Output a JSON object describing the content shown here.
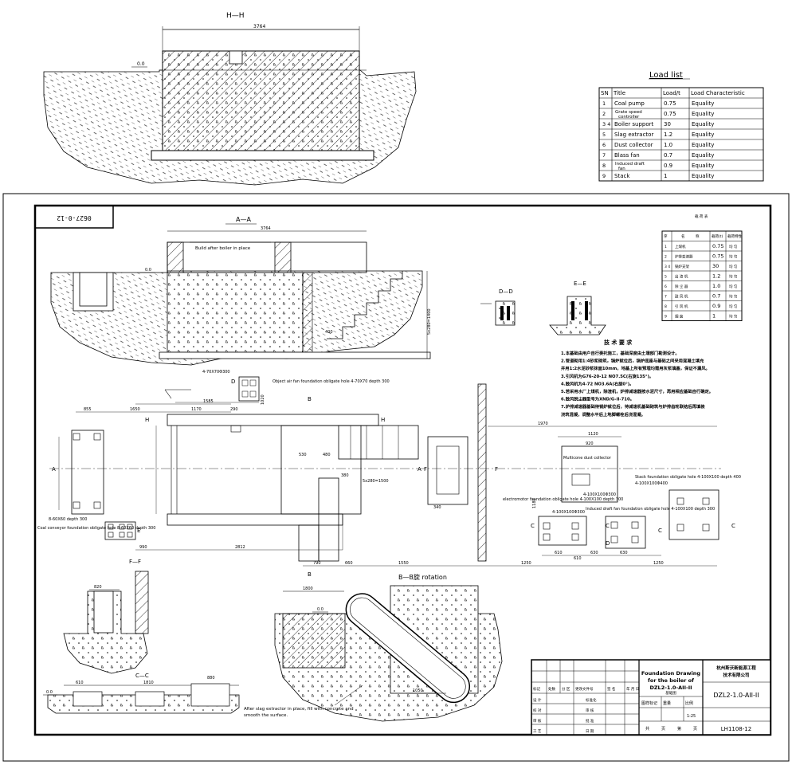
{
  "top_section": {
    "title": "H—H",
    "dim_width": "3764",
    "level": "0.0"
  },
  "load_list": {
    "title": "Load list",
    "headers": [
      "SN",
      "Title",
      "Load/t",
      "Load Characteristic"
    ],
    "rows": [
      [
        "1",
        "Coal pump",
        "0.75",
        "Equality"
      ],
      [
        "2",
        "Grate speed controller",
        "0.75",
        "Equality"
      ],
      [
        "3 4",
        "Boiler support",
        "30",
        "Equality"
      ],
      [
        "5",
        "Slag extractor",
        "1.2",
        "Equality"
      ],
      [
        "6",
        "Dust collector",
        "1.0",
        "Equality"
      ],
      [
        "7",
        "Blass fan",
        "0.7",
        "Equality"
      ],
      [
        "8",
        "Induced draft fan",
        "0.9",
        "Equality"
      ],
      [
        "9",
        "Stack",
        "1",
        "Equality"
      ]
    ]
  },
  "sheet": {
    "stamp_number": "0627-0-12",
    "section_aa": {
      "title": "A—A",
      "dim_width": "3764",
      "note": "Build after boiler in place",
      "level": "0.0",
      "dim_400": "400",
      "dim_stairs": "5x280=1400"
    },
    "section_dd": "D—D",
    "section_ee": "E—E",
    "small_table": {
      "headers": [
        "序",
        "名",
        "称",
        "载荷(t)",
        "载荷特性"
      ],
      "rows": [
        [
          "1",
          "上煤机",
          "0.75",
          "均 匀"
        ],
        [
          "2",
          "炉排变速器",
          "0.75",
          "均 匀"
        ],
        [
          "3 4",
          "锅炉支架",
          "30",
          "均 匀"
        ],
        [
          "5",
          "出 渣 机",
          "1.2",
          "均 匀"
        ],
        [
          "6",
          "除 尘 器",
          "1.0",
          "均 匀"
        ],
        [
          "7",
          "鼓 风 机",
          "0.7",
          "均 匀"
        ],
        [
          "8",
          "引 风 机",
          "0.9",
          "均 匀"
        ],
        [
          "9",
          "烟 囱",
          "1",
          "均 匀"
        ]
      ]
    },
    "tech_req": {
      "title": "技  术  要  求",
      "lines": [
        "1.本基础由用户自行委托施工，基础深度由土壤部门勘测设计。",
        "2.管道砌用1:4砂浆砌筑，锅炉就位后，锅炉底座与基础之间采用混凝土填充",
        "  并用1:2水泥砂浆抹面10mm，地基上所有预埋均需用灰浆填塞，保证不漏风。",
        "3.引风机为G76-20-12 NO7.5C(右旋135°)。",
        "4.鼓风机为4-72 NO3.6A(右旋0°)。",
        "5.若采用水厂上煤机，除渣机，炉排减速器按水泥尺寸，再用相应基础自行确定。",
        "6.鼓风脱尘器型号为XND/G-II-710。",
        "7.炉排减速器基础待锅炉就位后，待减速机基础砌筑与炉排齿轮联结后再填装",
        "  浇筑混凝，调整水平后上地脚螺栓后浇混凝。"
      ]
    },
    "plan": {
      "label_A": "A",
      "label_B": "B",
      "label_C": "C",
      "label_D": "D",
      "label_E": "E",
      "label_F": "F",
      "label_H": "H",
      "dims": [
        "1585",
        "1170",
        "290",
        "1020",
        "1650",
        "855",
        "530",
        "480",
        "380",
        "5x280=1500",
        "1970",
        "1120",
        "920",
        "1180",
        "340",
        "990",
        "2812",
        "790",
        "660",
        "1550",
        "1250",
        "1250",
        "610",
        "630",
        "630",
        "610",
        "8-60X60 depth 300"
      ],
      "note_air_fan": "Object air fan foundation obligate hole 4-70X70 depth 300",
      "note_70": "4-70X70Φ300",
      "note_conveyor": "Coal conveyor foundation obligate hole 8-60X60 depth 300",
      "note_multicone": "Multicone dust collector",
      "note_stack": "Stack foundation obligate hole 4-100X100 depth 400",
      "note_electromotor": "electromotor foundation obligate hole 4-100X100 depth 300",
      "note_idf": "Induced draft fan foundation obligate hole 4-100X100 depth 300",
      "note_idf_zh": "4-100X100Φ300",
      "note_em_zh": "4-100X100Φ300",
      "note_stack_zh": "4-100X100Φ400"
    },
    "section_ff": "F—F",
    "section_ff_dim": "820",
    "section_cc": "C—C",
    "section_cc_dims": [
      "610",
      "1810",
      "880"
    ],
    "section_cc_level": "0.0",
    "section_bb": {
      "title": "B—B旋 rotation",
      "dim": "1800",
      "level": "0.0",
      "dim_bottom": "1050",
      "note": "After slag extractor in place, fill with concrete and smooth the surface."
    },
    "title_block": {
      "title_en_1": "Foundation Drawing",
      "title_en_2": "for the boiler of",
      "title_en_3": "DZL2-1.0-AII-II",
      "company": "杭州斯沃新能源工程技术有限公司",
      "model": "DZL2-1.0-AII-II",
      "drawing_no": "LH1108-12",
      "scale": "1:25",
      "row_labels": [
        "标记",
        "处数",
        "分 区",
        "更改文件号",
        "签 名",
        "年 月 日"
      ],
      "roles": [
        "设 计",
        "校 对",
        "审 核",
        "工 艺"
      ],
      "roles2": [
        "标准化",
        "审 核",
        "批 准",
        "日 期"
      ],
      "stage_labels": [
        "图样标记",
        "重量",
        "比例"
      ],
      "sheet_labels": [
        "共",
        "页",
        "第",
        "页"
      ],
      "subtitle": "基础图"
    }
  }
}
